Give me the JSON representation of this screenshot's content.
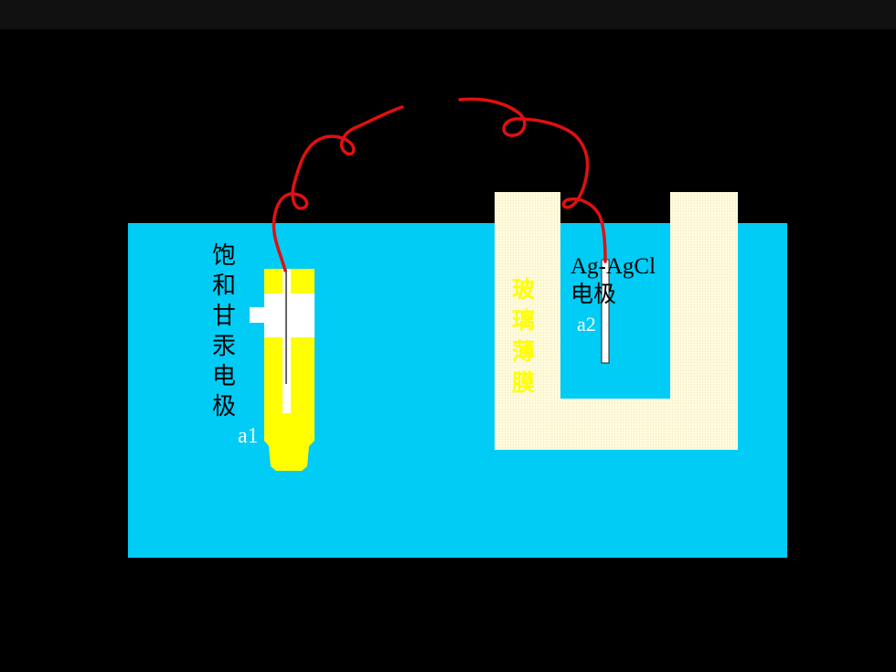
{
  "labels": {
    "calomel_chars": [
      "饱",
      "和",
      "甘",
      "汞",
      "电",
      "极"
    ],
    "glass_membrane_chars": [
      "玻",
      "璃",
      "薄",
      "膜"
    ],
    "agcl_line1": "Ag-AgCl",
    "agcl_line2": "电极",
    "a1": "a1",
    "a2": "a2"
  },
  "colors": {
    "background": "#000000",
    "solution": "#00ccf5",
    "glass": "#fffbdc",
    "calomel_tube": "#ffff00",
    "wire": "#e01010",
    "electrode": "#ffffff"
  }
}
